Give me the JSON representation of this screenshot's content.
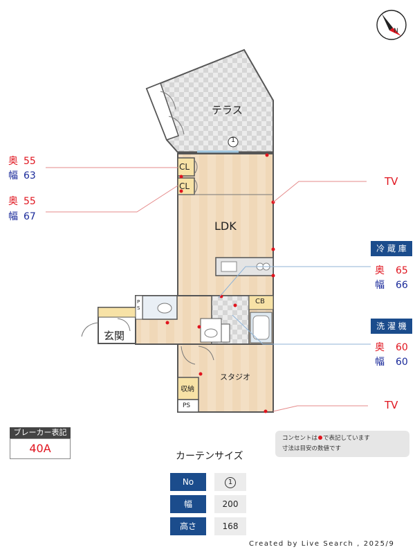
{
  "rooms": {
    "terrace": "テラス",
    "ldk": "LDK",
    "studio": "スタジオ",
    "entrance": "玄関",
    "storage": "収納",
    "closet_label": "CL",
    "cb": "CB",
    "ps": "PS",
    "ps_small": "P\nS",
    "window_no": "1"
  },
  "dimensions": {
    "depth_label": "奥",
    "width_label": "幅",
    "closet1": {
      "depth": "55",
      "width": "63"
    },
    "closet2": {
      "depth": "55",
      "width": "67"
    },
    "fridge": {
      "title": "冷 蔵 庫",
      "depth": "65",
      "width": "66"
    },
    "washer": {
      "title": "洗 濯 機",
      "depth": "60",
      "width": "60"
    }
  },
  "tv_label": "TV",
  "breaker": {
    "title": "ブレーカー表記",
    "value": "40A"
  },
  "note": {
    "line1_a": "コンセントは",
    "line1_b": "で表記しています",
    "line2": "寸法は目安の数値です"
  },
  "curtain": {
    "title": "カーテンサイズ",
    "no_label": "No",
    "no_value": "1",
    "width_label": "幅",
    "width_value": "200",
    "height_label": "高さ",
    "height_value": "168"
  },
  "credit": "Created by Live Search , 2025/9",
  "colors": {
    "floor_wood": "#f3dfc4",
    "wall": "#555555",
    "accent_red": "#e0141e",
    "accent_blue": "#1b4c8c",
    "closet": "#f7e2a6",
    "tile": "#dcdcdc"
  },
  "icons": {
    "compass": "compass-icon"
  }
}
